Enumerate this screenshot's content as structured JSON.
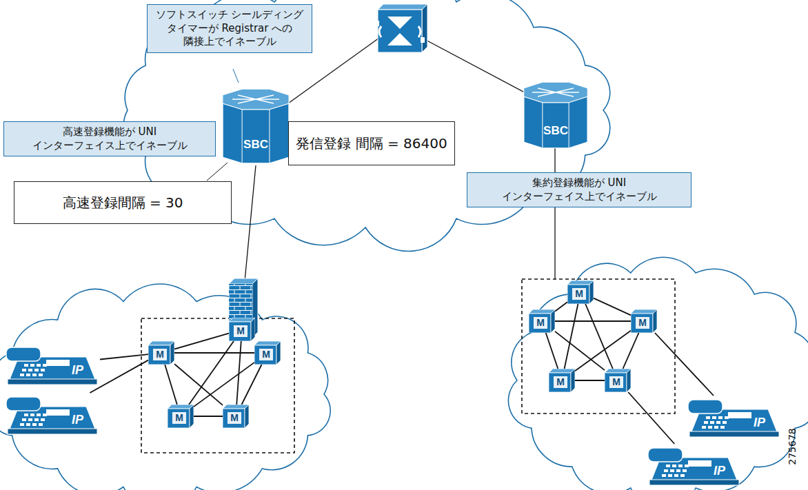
{
  "diagram": {
    "nodes": [
      {
        "text": [
          "ソフトスイッチ シールディング タイマーが Registrar への 隣接上でイネーブル"
        ]
      },
      {
        "text": [
          "SBC"
        ]
      },
      {
        "text": [
          "高速登録機能が UNI インターフェイス上でイネーブル"
        ]
      },
      {
        "text": [
          "発信登録 間隔 = 86400"
        ]
      },
      {
        "text": [
          "SBC"
        ]
      },
      {
        "text": [
          "高速登録間隔 = 30"
        ]
      },
      {
        "text": [
          "集約登録機能が UNI インターフェイス上でイネーブル"
        ]
      },
      {
        "text": [
          "M"
        ]
      },
      {
        "text": [
          "M"
        ]
      },
      {
        "text": [
          "M"
        ]
      },
      {
        "text": [
          "M"
        ]
      },
      {
        "text": [
          "M"
        ]
      },
      {
        "text": [
          "IP"
        ]
      },
      {
        "text": [
          "IP"
        ]
      },
      {
        "text": [
          "M"
        ]
      },
      {
        "text": [
          "M"
        ]
      },
      {
        "text": [
          "M"
        ]
      },
      {
        "text": [
          "M"
        ]
      },
      {
        "text": [
          "M"
        ]
      },
      {
        "text": [
          "IP"
        ]
      },
      {
        "text": [
          "IP"
        ]
      }
    ],
    "edges": [
      {
        "from": 7,
        "to": 8,
        "arrow": "none"
      },
      {
        "from": 7,
        "to": 9,
        "arrow": "none"
      },
      {
        "from": 7,
        "to": 10,
        "arrow": "none"
      },
      {
        "from": 7,
        "to": 11,
        "arrow": "none"
      },
      {
        "from": 8,
        "to": 9,
        "arrow": "none"
      },
      {
        "from": 8,
        "to": 10,
        "arrow": "none"
      },
      {
        "from": 8,
        "to": 11,
        "arrow": "none"
      },
      {
        "from": 9,
        "to": 10,
        "arrow": "none"
      },
      {
        "from": 9,
        "to": 11,
        "arrow": "none"
      },
      {
        "from": 10,
        "to": 11,
        "arrow": "none"
      },
      {
        "from": 14,
        "to": 15,
        "arrow": "none"
      },
      {
        "from": 14,
        "to": 16,
        "arrow": "none"
      },
      {
        "from": 14,
        "to": 17,
        "arrow": "none"
      },
      {
        "from": 14,
        "to": 18,
        "arrow": "none"
      },
      {
        "from": 15,
        "to": 16,
        "arrow": "none"
      },
      {
        "from": 15,
        "to": 17,
        "arrow": "none"
      },
      {
        "from": 15,
        "to": 18,
        "arrow": "none"
      },
      {
        "from": 16,
        "to": 17,
        "arrow": "none"
      },
      {
        "from": 16,
        "to": 18,
        "arrow": "none"
      },
      {
        "from": 17,
        "to": 18,
        "arrow": "none"
      },
      {
        "from": 12,
        "to": 8,
        "arrow": "none"
      },
      {
        "from": 13,
        "to": 8,
        "arrow": "none"
      },
      {
        "from": 19,
        "to": 16,
        "arrow": "none"
      },
      {
        "from": 20,
        "to": 18,
        "arrow": "none"
      }
    ],
    "labels": [
      "275678"
    ]
  }
}
